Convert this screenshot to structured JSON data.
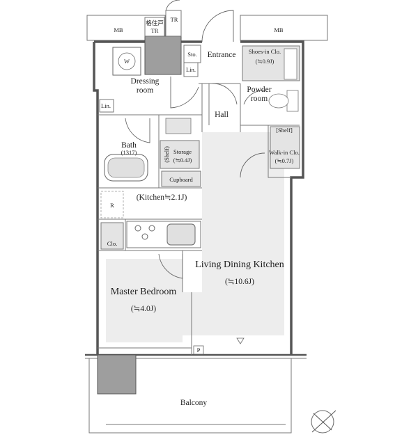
{
  "rooms": {
    "living": {
      "name": "Living Dining Kitchen",
      "size": "(≒10.6J)"
    },
    "master": {
      "name": "Master Bedroom",
      "size": "(≒4.0J)"
    },
    "kitchen": {
      "name": "(Kitchen≒2.1J)"
    },
    "dressing": {
      "line1": "Dressing",
      "line2": "room"
    },
    "bath": {
      "name": "Bath",
      "size": "(1317)"
    },
    "powder": {
      "line1": "Powder",
      "line2": "room"
    },
    "hall": {
      "name": "Hall"
    },
    "entrance": {
      "name": "Entrance"
    },
    "balcony": {
      "name": "Balcony"
    }
  },
  "storage": {
    "shoes_in_clo": {
      "name": "Shoes-in Clo.",
      "size": "(≒0.9J)"
    },
    "walk_in_clo": {
      "name": "Walk-in Clo.",
      "size": "(≒0.7J)"
    },
    "shelf_top": "[Shelf]",
    "storage": {
      "name": "Storage",
      "size": "(≒0.4J)"
    },
    "shelf_side": "(Shelf)",
    "cupboard": "Cupboard",
    "clo": "Clo.",
    "lin_dressing": "Lin.",
    "lin_bath": "Lin.",
    "sto": "Sto."
  },
  "fixtures": {
    "mb_left": "MB",
    "mb_right": "MB",
    "kakushido_line1": "格住戸",
    "kakushido_line2": "TR",
    "tr": "TR",
    "washer": "W",
    "refrigerator": "R",
    "pipe": "P"
  },
  "colors": {
    "wall": "#555555",
    "fixture_gray": "#9e9e9e",
    "light_fill": "#ededed",
    "line": "#777777"
  }
}
